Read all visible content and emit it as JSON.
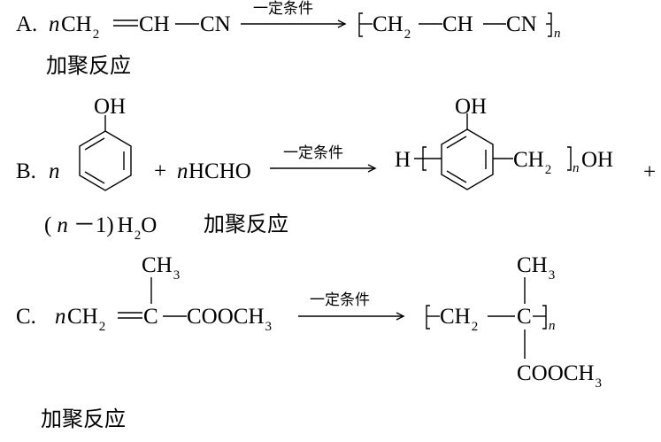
{
  "condition": "一定条件",
  "reaction_type": "加聚反应",
  "option_a": {
    "label": "A.",
    "n": "n",
    "r1": "CH",
    "r1_sub": "2",
    "r2": "CH",
    "r3": "CN",
    "p1": "CH",
    "p1_sub": "2",
    "p2": "CH",
    "p3": "CN",
    "n_sub": "n",
    "type": "加聚反应"
  },
  "option_b": {
    "label": "B.",
    "n": "n",
    "oh_top": "OH",
    "plus": "+",
    "n2": "n",
    "hcho": "HCHO",
    "h_prefix": "H",
    "p_oh_top": "OH",
    "p_ch": "CH",
    "p_ch_sub": "2",
    "n_sub": "n",
    "p_oh_end": "OH",
    "plus_end": "+",
    "water_open": "(",
    "water_n": "n",
    "water_minus": "－1)",
    "water_h": "H",
    "water_sub": "2",
    "water_o": "O",
    "type": "加聚反应"
  },
  "option_c": {
    "label": "C.",
    "n": "n",
    "ch2": "CH",
    "ch2_sub": "2",
    "c": "C",
    "ester": "COOCH",
    "ester_sub": "3",
    "ch3": "CH",
    "ch3_sub": "3",
    "p_ch2": "CH",
    "p_ch2_sub": "2",
    "p_c": "C",
    "n_sub": "n",
    "p_ch3": "CH",
    "p_ch3_sub": "3",
    "p_ester": "COOCH",
    "p_ester_sub": "3",
    "type": "加聚反应"
  }
}
